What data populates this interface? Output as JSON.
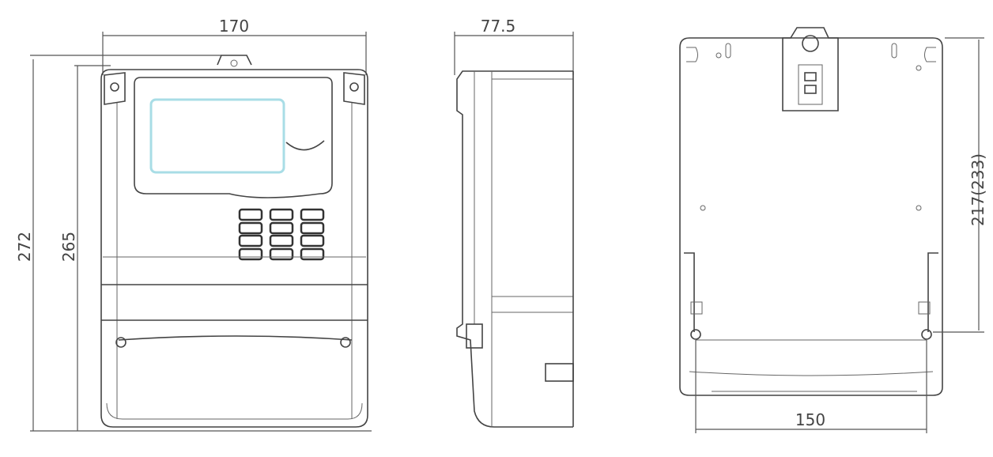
{
  "title": "Meter outline dimensions",
  "views": {
    "front": {
      "width_label": "170",
      "height_label": "272",
      "body_height_label": "265"
    },
    "side": {
      "depth_label": "77.5"
    },
    "back": {
      "mount_height_label": "217(233)",
      "mount_width_label": "150"
    }
  },
  "colors": {
    "line": "#444444",
    "lcd": "#a8dde6"
  }
}
